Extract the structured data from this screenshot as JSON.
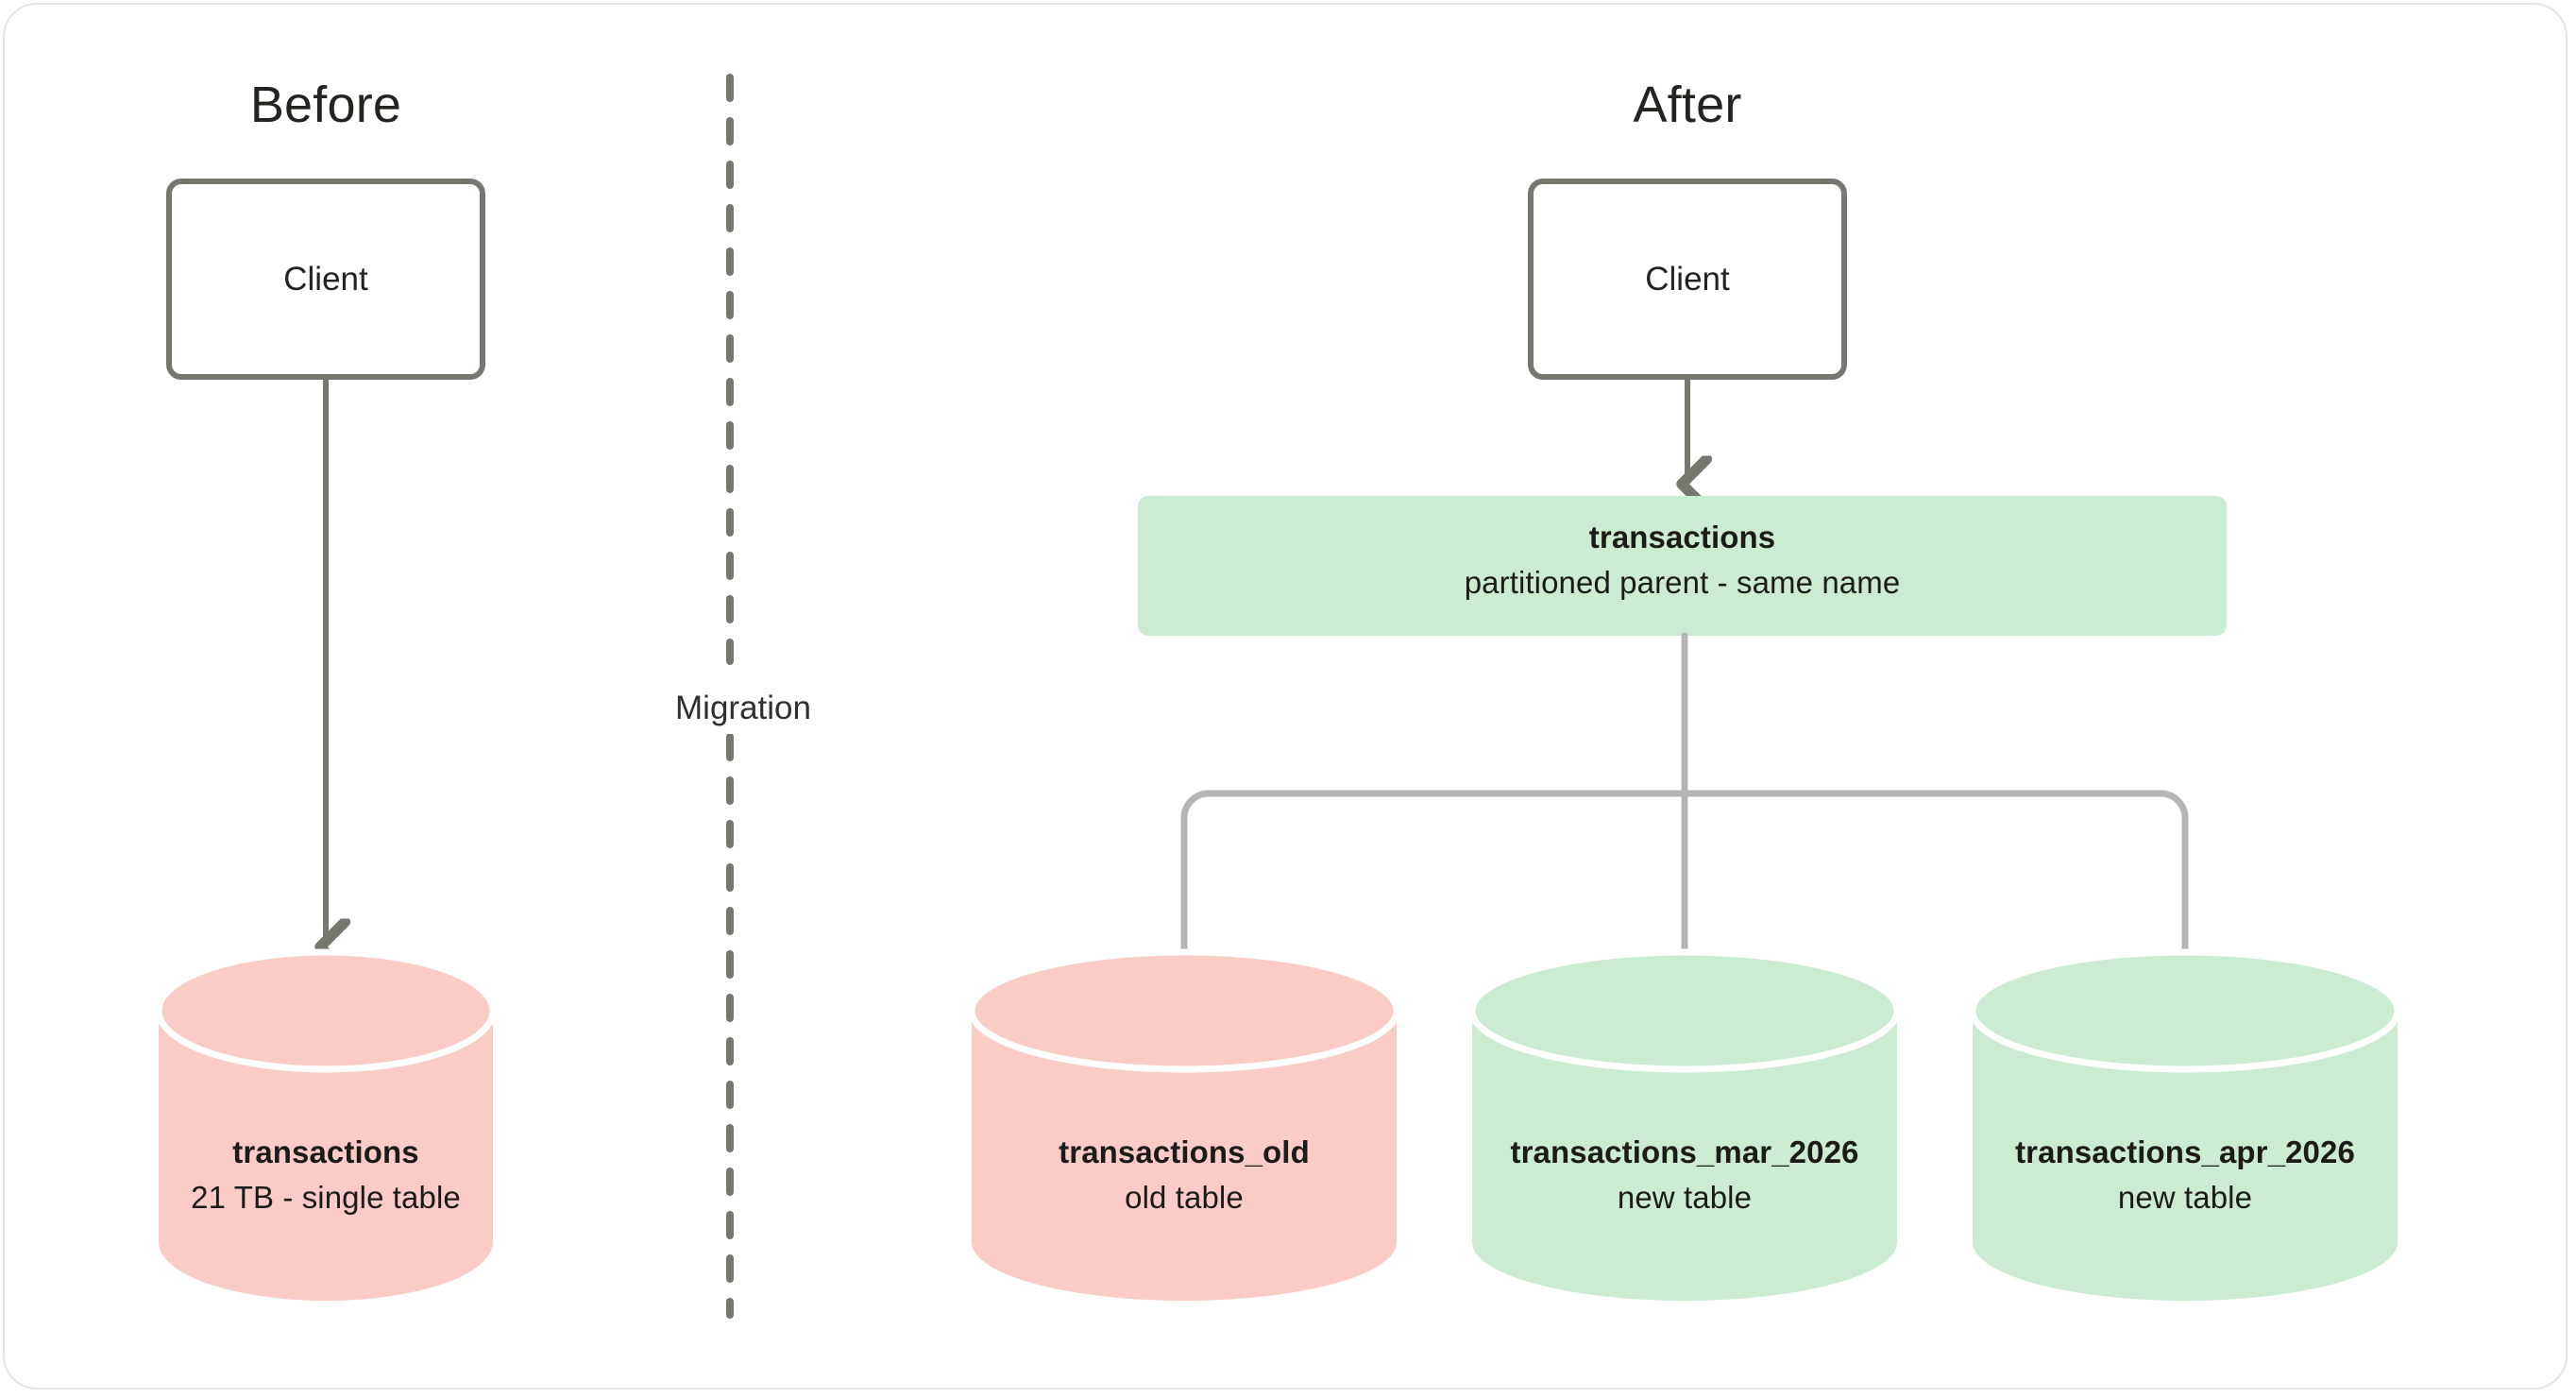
{
  "diagram": {
    "type": "before-after-migration",
    "colors": {
      "old_fill": "#fbcbc5",
      "new_fill": "#cbecd0",
      "stroke_dark": "#77776f",
      "connector": "#b5b5b5",
      "divider": "#77776f",
      "text": "#23241f",
      "card_border": "#e2e5e4",
      "background": "#ffffff"
    },
    "divider": {
      "label": "Migration",
      "style": "dashed-vertical"
    },
    "before": {
      "title": "Before",
      "client": {
        "label": "Client"
      },
      "arrow": {
        "from": "client",
        "to": "database",
        "direction": "down"
      },
      "database": {
        "name": "transactions",
        "detail": "21 TB - single table",
        "variant": "old"
      }
    },
    "after": {
      "title": "After",
      "client": {
        "label": "Client"
      },
      "arrow": {
        "from": "client",
        "to": "parent",
        "direction": "down"
      },
      "parent": {
        "name": "transactions",
        "detail": "partitioned parent - same name",
        "variant": "new"
      },
      "partitions": [
        {
          "name": "transactions_old",
          "detail": "old table",
          "variant": "old"
        },
        {
          "name": "transactions_mar_2026",
          "detail": "new table",
          "variant": "new"
        },
        {
          "name": "transactions_apr_2026",
          "detail": "new table",
          "variant": "new"
        }
      ]
    }
  }
}
